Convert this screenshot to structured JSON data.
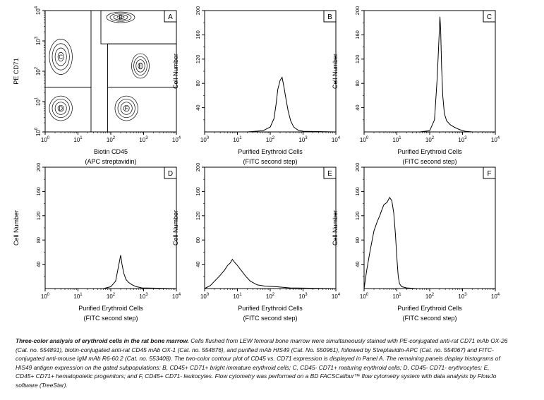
{
  "chart_data": [
    {
      "panel": "A",
      "type": "contour",
      "xlabel": "Biotin CD45",
      "xlabel2": "(APC streptavidin)",
      "ylabel": "PE CD71",
      "axis_scale": "log",
      "xlim": [
        1,
        10000
      ],
      "ylim": [
        1,
        10000
      ],
      "x_ticks": [
        "0",
        "1",
        "2",
        "3",
        "4"
      ],
      "y_ticks": [
        "0",
        "1",
        "2",
        "3",
        "4"
      ],
      "populations": [
        {
          "label": "B",
          "cd45": 200,
          "cd71": 6000
        },
        {
          "label": "C",
          "cd45": 3,
          "cd71": 300
        },
        {
          "label": "D",
          "cd45": 3,
          "cd71": 6
        },
        {
          "label": "E",
          "cd45": 800,
          "cd71": 150
        },
        {
          "label": "F",
          "cd45": 300,
          "cd71": 6
        }
      ],
      "gates": [
        {
          "label": "B",
          "cd45": [
            50,
            10000
          ],
          "cd71": [
            800,
            10000
          ]
        },
        {
          "label": "C",
          "cd45": [
            1,
            25
          ],
          "cd71": [
            30,
            10000
          ]
        },
        {
          "label": "D",
          "cd45": [
            1,
            25
          ],
          "cd71": [
            1,
            30
          ]
        },
        {
          "label": "E",
          "cd45": [
            80,
            10000
          ],
          "cd71": [
            30,
            800
          ]
        },
        {
          "label": "F",
          "cd45": [
            80,
            10000
          ],
          "cd71": [
            1,
            30
          ]
        }
      ]
    },
    {
      "panel": "B",
      "type": "histogram",
      "xlabel": "Purified Erythroid Cells",
      "xlabel2": "(FITC second step)",
      "ylabel": "Cell Number",
      "axis_scale_x": "log",
      "xlim": [
        1,
        10000
      ],
      "ylim": [
        0,
        200
      ],
      "x_ticks": [
        "0",
        "1",
        "2",
        "3",
        "4"
      ],
      "y_ticks": [
        "40",
        "80",
        "120",
        "160",
        "200"
      ],
      "x": [
        1,
        20,
        60,
        100,
        130,
        150,
        170,
        200,
        230,
        260,
        300,
        350,
        420,
        520,
        700,
        1000,
        10000
      ],
      "y": [
        0,
        0,
        2,
        8,
        22,
        45,
        70,
        85,
        90,
        75,
        55,
        35,
        18,
        8,
        3,
        1,
        0
      ]
    },
    {
      "panel": "C",
      "type": "histogram",
      "xlabel": "Purified Erythroid Cells",
      "xlabel2": "(FITC second step)",
      "ylabel": "Cell Number",
      "axis_scale_x": "log",
      "xlim": [
        1,
        10000
      ],
      "ylim": [
        0,
        200
      ],
      "x_ticks": [
        "0",
        "1",
        "2",
        "3",
        "4"
      ],
      "y_ticks": [
        "40",
        "80",
        "120",
        "160",
        "200"
      ],
      "x": [
        1,
        50,
        100,
        140,
        170,
        190,
        205,
        215,
        230,
        250,
        280,
        330,
        420,
        550,
        800,
        1200,
        2000,
        10000
      ],
      "y": [
        0,
        0,
        2,
        20,
        90,
        150,
        190,
        170,
        110,
        60,
        30,
        18,
        12,
        8,
        4,
        1,
        0,
        0
      ]
    },
    {
      "panel": "D",
      "type": "histogram",
      "xlabel": "Purified Erythroid Cells",
      "xlabel2": "(FITC second step)",
      "ylabel": "Cell Number",
      "axis_scale_x": "log",
      "xlim": [
        1,
        10000
      ],
      "ylim": [
        0,
        200
      ],
      "x_ticks": [
        "0",
        "1",
        "2",
        "3",
        "4"
      ],
      "y_ticks": [
        "40",
        "80",
        "120",
        "160",
        "200"
      ],
      "x": [
        1,
        60,
        100,
        140,
        170,
        200,
        220,
        250,
        290,
        350,
        450,
        600,
        900,
        10000
      ],
      "y": [
        0,
        0,
        3,
        12,
        35,
        55,
        40,
        25,
        15,
        10,
        6,
        3,
        1,
        0
      ]
    },
    {
      "panel": "E",
      "type": "histogram",
      "xlabel": "Purified Erythroid Cells",
      "xlabel2": "(FITC second step)",
      "ylabel": "Cell Number",
      "axis_scale_x": "log",
      "xlim": [
        1,
        10000
      ],
      "ylim": [
        0,
        200
      ],
      "x_ticks": [
        "0",
        "1",
        "2",
        "3",
        "4"
      ],
      "y_ticks": [
        "40",
        "80",
        "120",
        "160",
        "200"
      ],
      "x": [
        1,
        1.5,
        2,
        3,
        4,
        5,
        6,
        7,
        8,
        10,
        13,
        18,
        25,
        40,
        70,
        150,
        400,
        10000
      ],
      "y": [
        0,
        5,
        12,
        22,
        30,
        38,
        42,
        48,
        44,
        38,
        30,
        20,
        12,
        6,
        4,
        3,
        1,
        0
      ]
    },
    {
      "panel": "F",
      "type": "histogram",
      "xlabel": "Purified Erythroid Cells",
      "xlabel2": "(FITC second step)",
      "ylabel": "Cell Number",
      "axis_scale_x": "log",
      "xlim": [
        1,
        10000
      ],
      "ylim": [
        0,
        200
      ],
      "x_ticks": [
        "0",
        "1",
        "2",
        "3",
        "4"
      ],
      "y_ticks": [
        "40",
        "80",
        "120",
        "160",
        "200"
      ],
      "x": [
        1,
        1.2,
        1.5,
        2,
        2.5,
        3,
        3.5,
        4,
        5,
        6,
        7,
        8,
        9,
        10,
        11,
        12,
        14,
        20,
        40,
        10000
      ],
      "y": [
        0,
        30,
        60,
        95,
        110,
        120,
        130,
        138,
        142,
        150,
        145,
        125,
        90,
        50,
        20,
        8,
        3,
        1,
        0,
        0
      ]
    }
  ],
  "caption": {
    "title": "Three-color analysis of erythroid cells in the rat bone marrow.",
    "body": "Cells flushed from LEW femoral bone marrow were simultaneously stained with PE-conjugated anti-rat CD71 mAb OX-26 (Cat. no. 554891), biotin-conjugated anti-rat CD45 mAb OX-1 (Cat. no. 554876), and purified mAb HIS49 (Cat. No. 550961), followed by Streptavidin-APC (Cat. no. 554067) and FITC-conjugated anti-mouse IgM mAb R6-60.2 (Cat. no. 553408). The two-color contour plot of CD45 vs. CD71 expression is displayed in Panel A. The remaining panels display histograms of HIS49 antigen expression on the gated subpopulations: B, CD45+ CD71+ bright immature erythroid cells; C, CD45- CD71+ maturing erythroid cells; D, CD45- CD71- erythrocytes; E, CD45+ CD71+ hematopoietic progenitors; and F, CD45+ CD71- leukocytes. Flow cytometry was performed on a BD FACSCalibur™ flow cytometry system with data analysis by FlowJo software (TreeStar)."
  }
}
